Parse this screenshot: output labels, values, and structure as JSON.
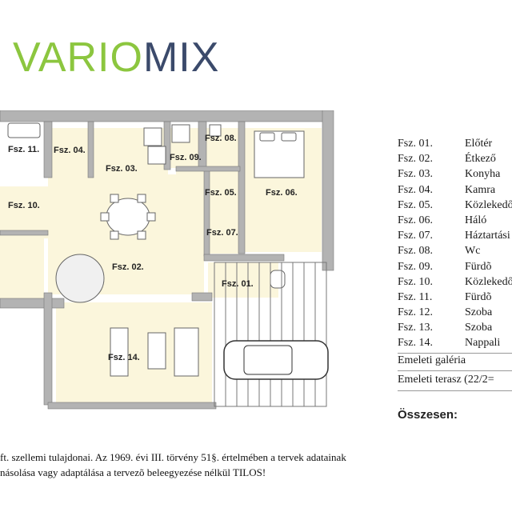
{
  "logo": {
    "part1": "VARIO",
    "part2": "MIX"
  },
  "plan_labels": [
    "Fsz. 11.",
    "Fsz. 04.",
    "Fsz. 09.",
    "Fsz. 08.",
    "Fsz. 03.",
    "Fsz. 10.",
    "Fsz. 05.",
    "Fsz. 06.",
    "Fsz. 07.",
    "Fsz. 02.",
    "Fsz. 01.",
    "Fsz. 14."
  ],
  "legend": [
    {
      "code": "Fsz. 01.",
      "name": "Előtér"
    },
    {
      "code": "Fsz. 02.",
      "name": "Étkező"
    },
    {
      "code": "Fsz. 03.",
      "name": "Konyha"
    },
    {
      "code": "Fsz. 04.",
      "name": "Kamra"
    },
    {
      "code": "Fsz. 05.",
      "name": "Közlekedő"
    },
    {
      "code": "Fsz. 06.",
      "name": "Háló"
    },
    {
      "code": "Fsz. 07.",
      "name": "Háztartási"
    },
    {
      "code": "Fsz. 08.",
      "name": "Wc"
    },
    {
      "code": "Fsz. 09.",
      "name": "Fürdõ"
    },
    {
      "code": "Fsz. 10.",
      "name": "Közlekedő"
    },
    {
      "code": "Fsz. 11.",
      "name": "Fürdõ"
    },
    {
      "code": "Fsz. 12.",
      "name": "Szoba"
    },
    {
      "code": "Fsz. 13.",
      "name": "Szoba"
    },
    {
      "code": "Fsz. 14.",
      "name": "Nappali"
    }
  ],
  "extras": {
    "gallery": "Emeleti galéria",
    "terrace": "Emeleti terasz (22/2="
  },
  "total_label": "Összesen:",
  "footer": {
    "line1": "ft. szellemi tulajdonai. Az 1969. évi III. törvény 51§. értelmében a tervek adatainak",
    "line2": "násolása vagy adaptálása a tervezõ beleegyezése nélkül TILOS!"
  }
}
